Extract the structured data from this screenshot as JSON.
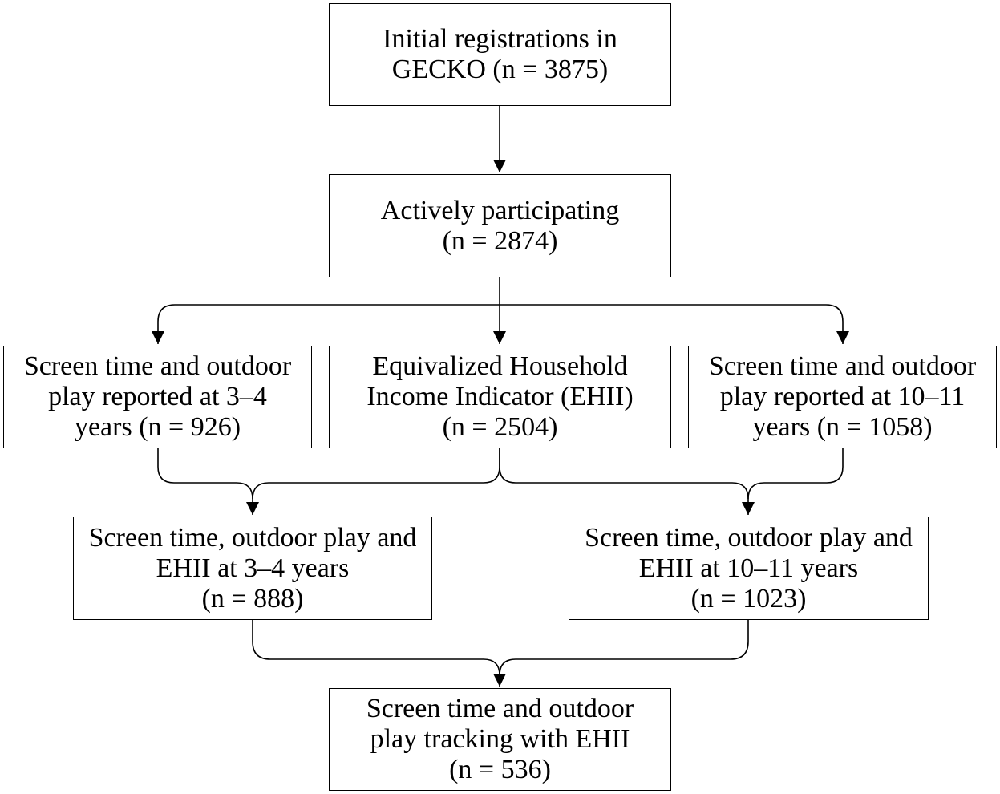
{
  "diagram": {
    "nodes": {
      "initial": {
        "lines": [
          "Initial registrations in",
          "GECKO (n = 3875)"
        ]
      },
      "active": {
        "lines": [
          "Actively participating",
          "(n = 2874)"
        ]
      },
      "screen34": {
        "lines": [
          "Screen time and outdoor",
          "play reported at 3–4",
          "years (n = 926)"
        ]
      },
      "ehii": {
        "lines": [
          "Equivalized Household",
          "Income Indicator (EHII)",
          "(n = 2504)"
        ]
      },
      "screen1011": {
        "lines": [
          "Screen time and outdoor",
          "play reported at 10–11",
          "years (n = 1058)"
        ]
      },
      "combined34": {
        "lines": [
          "Screen time, outdoor play and",
          "EHII at 3–4 years",
          "(n = 888)"
        ]
      },
      "combined1011": {
        "lines": [
          "Screen time, outdoor play and",
          "EHII at 10–11 years",
          "(n = 1023)"
        ]
      },
      "tracking": {
        "lines": [
          "Screen time and outdoor",
          "play tracking with EHII",
          "(n = 536)"
        ]
      }
    },
    "edges": [
      {
        "from": "initial",
        "to": "active"
      },
      {
        "from": "active",
        "to": "screen34"
      },
      {
        "from": "active",
        "to": "ehii"
      },
      {
        "from": "active",
        "to": "screen1011"
      },
      {
        "from": "screen34",
        "to": "combined34"
      },
      {
        "from": "ehii",
        "to": "combined34"
      },
      {
        "from": "ehii",
        "to": "combined1011"
      },
      {
        "from": "screen1011",
        "to": "combined1011"
      },
      {
        "from": "combined34",
        "to": "tracking"
      },
      {
        "from": "combined1011",
        "to": "tracking"
      }
    ]
  }
}
